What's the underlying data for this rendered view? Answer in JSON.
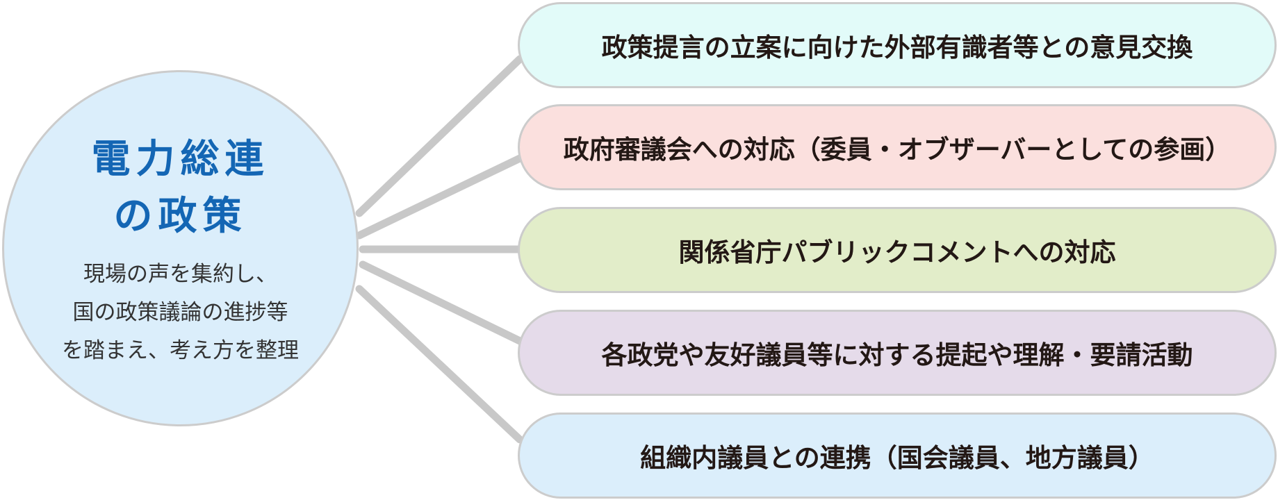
{
  "center": {
    "title_line1": "電力総連",
    "title_line2": "の政策",
    "desc_line1": "現場の声を集約し、",
    "desc_line2": "国の政策議論の進捗等",
    "desc_line3": "を踏まえ、考え方を整理"
  },
  "items": [
    {
      "label": "政策提言の立案に向けた外部有識者等との意見交換",
      "color": "#e2fbf9"
    },
    {
      "label": "政府審議会への対応（委員・オブザーバーとしての参画）",
      "color": "#fbe0de"
    },
    {
      "label": "関係省庁パブリックコメントへの対応",
      "color": "#e2edc9"
    },
    {
      "label": "各政党や友好議員等に対する提起や理解・要請活動",
      "color": "#e5dbea"
    },
    {
      "label": "組織内議員との連携（国会議員、地方議員）",
      "color": "#dbeefb"
    }
  ],
  "colors": {
    "title": "#1466b4",
    "connector": "#c8c8c8",
    "border": "#cccccc"
  }
}
